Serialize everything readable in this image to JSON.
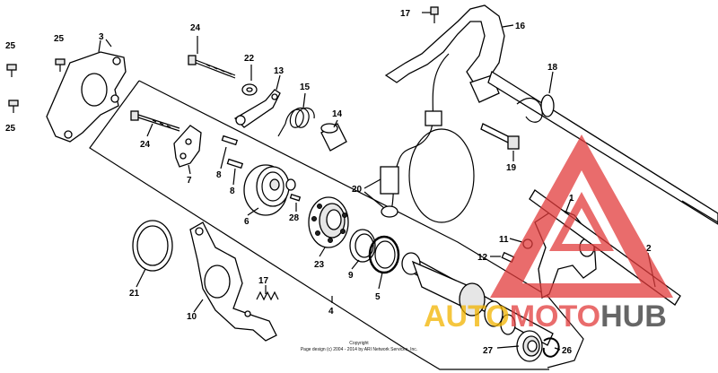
{
  "diagram": {
    "part_labels": [
      {
        "id": "p1",
        "text": "1"
      },
      {
        "id": "p2",
        "text": "2"
      },
      {
        "id": "p3",
        "text": "3"
      },
      {
        "id": "p4",
        "text": "4"
      },
      {
        "id": "p5",
        "text": "5"
      },
      {
        "id": "p6",
        "text": "6"
      },
      {
        "id": "p7",
        "text": "7"
      },
      {
        "id": "p8a",
        "text": "8"
      },
      {
        "id": "p8b",
        "text": "8"
      },
      {
        "id": "p9",
        "text": "9"
      },
      {
        "id": "p10",
        "text": "10"
      },
      {
        "id": "p11",
        "text": "11"
      },
      {
        "id": "p12",
        "text": "12"
      },
      {
        "id": "p13",
        "text": "13"
      },
      {
        "id": "p14",
        "text": "14"
      },
      {
        "id": "p15",
        "text": "15"
      },
      {
        "id": "p16",
        "text": "16"
      },
      {
        "id": "p17a",
        "text": "17"
      },
      {
        "id": "p17b",
        "text": "17"
      },
      {
        "id": "p18",
        "text": "18"
      },
      {
        "id": "p19",
        "text": "19"
      },
      {
        "id": "p20",
        "text": "20"
      },
      {
        "id": "p21",
        "text": "21"
      },
      {
        "id": "p22",
        "text": "22"
      },
      {
        "id": "p23",
        "text": "23"
      },
      {
        "id": "p24a",
        "text": "24"
      },
      {
        "id": "p24b",
        "text": "24"
      },
      {
        "id": "p25a",
        "text": "25"
      },
      {
        "id": "p25b",
        "text": "25"
      },
      {
        "id": "p25c",
        "text": "25"
      },
      {
        "id": "p26",
        "text": "26"
      },
      {
        "id": "p27",
        "text": "27"
      },
      {
        "id": "p28",
        "text": "28"
      }
    ],
    "copyright_line1": "Copyright",
    "copyright_line2": "Page design (c) 2004 - 2014 by ARI Network Services, Inc."
  },
  "watermark": {
    "text_auto": "AUTO",
    "text_moto": "MOTO",
    "text_hub": "HUB",
    "color_triangle": "#e23b3b",
    "color_auto": "#f2b400",
    "color_moto": "#e23b3b",
    "color_hub": "#333333"
  }
}
